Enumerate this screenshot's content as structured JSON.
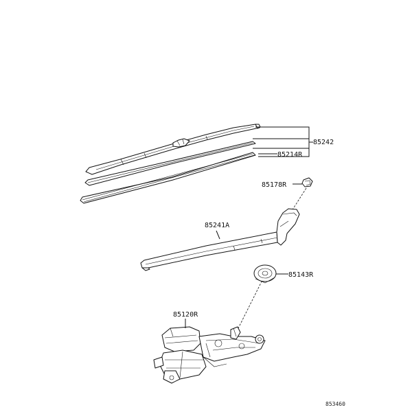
{
  "parts": {
    "wiper_blade": "85242",
    "blade_rubber": "85214R",
    "arm_cap": "85178R",
    "wiper_arm": "85241A",
    "pivot_cover": "85143R",
    "wiper_motor": "85120R"
  },
  "figure_code": "853460"
}
